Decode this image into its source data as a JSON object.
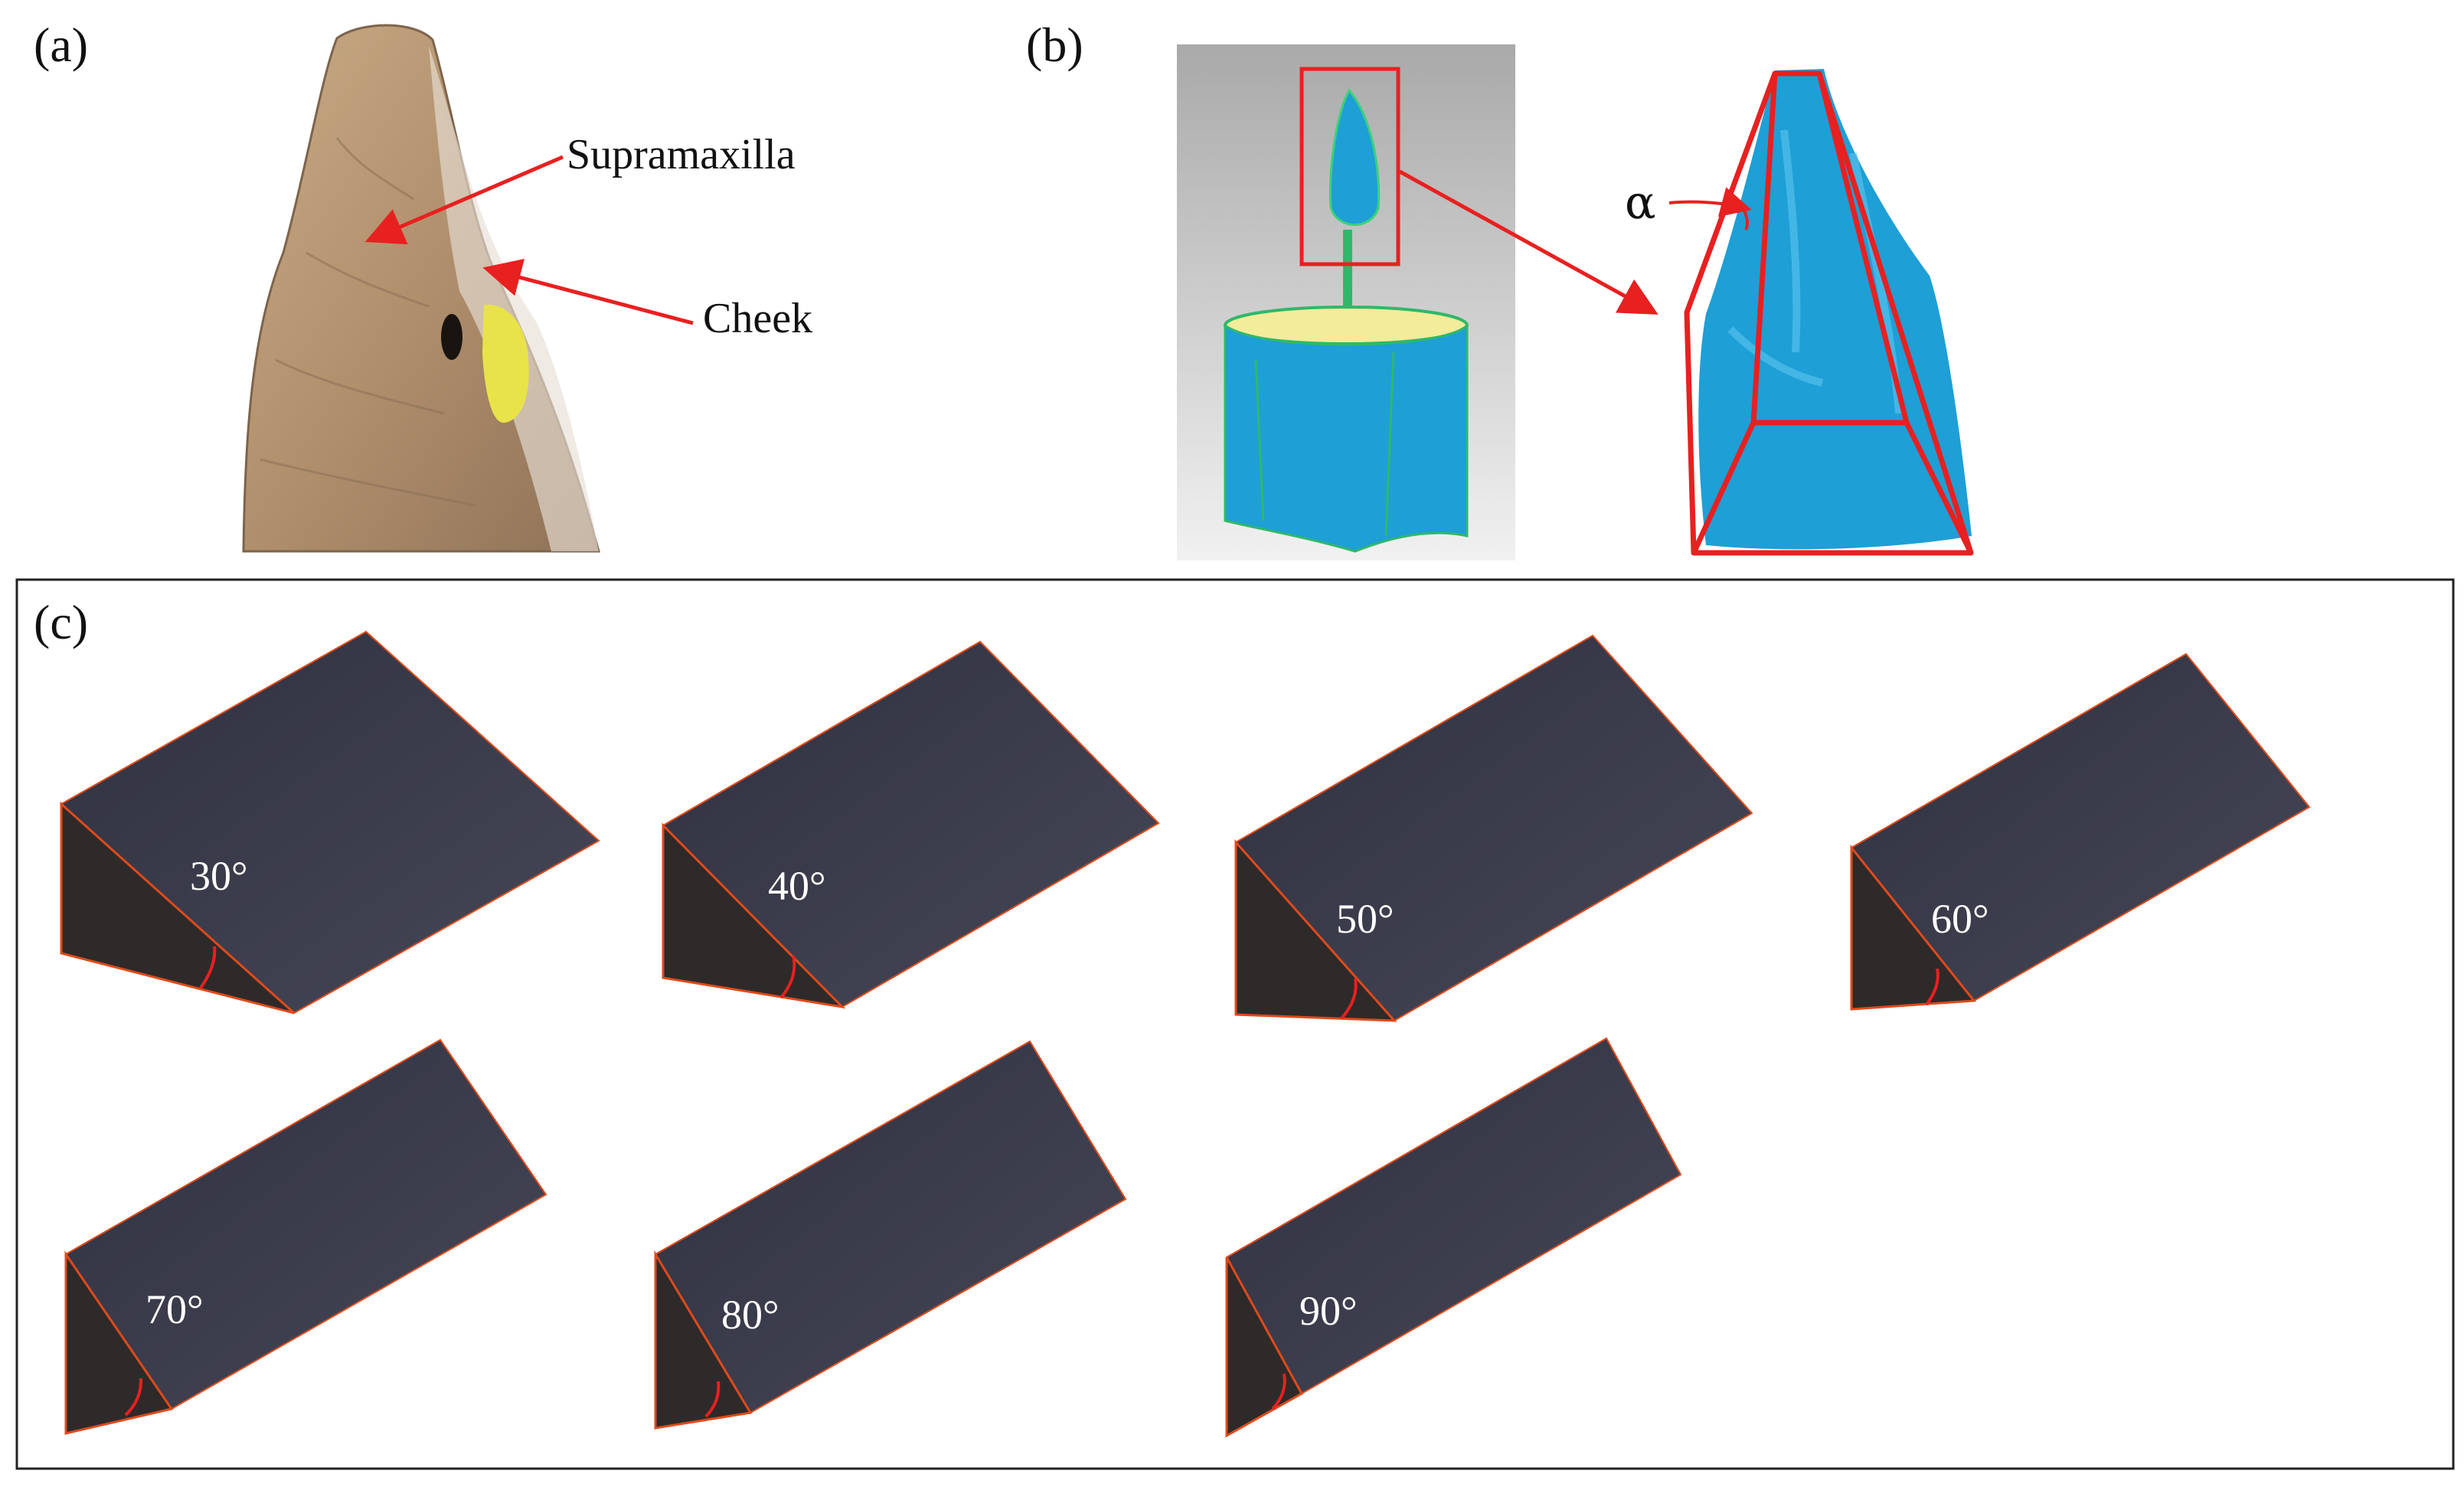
{
  "panels": {
    "a": {
      "label": "(a)",
      "callouts": {
        "supramaxilla": "Supramaxilla",
        "cheek": "Cheek"
      }
    },
    "b": {
      "label": "(b)",
      "angle_symbol": "α"
    },
    "c": {
      "label": "(c)",
      "wedges": [
        "30°",
        "40°",
        "50°",
        "60°",
        "70°",
        "80°",
        "90°"
      ]
    }
  },
  "colors": {
    "arrow": "#e82020",
    "scan_blue": "#1e9fd6",
    "wedge_face": "#3a3b4a",
    "wedge_side": "#2e2a2a",
    "wedge_edge": "#e04a1a",
    "lizard_skin": "#b69b7a",
    "cheek_patch": "#e9e34a"
  }
}
